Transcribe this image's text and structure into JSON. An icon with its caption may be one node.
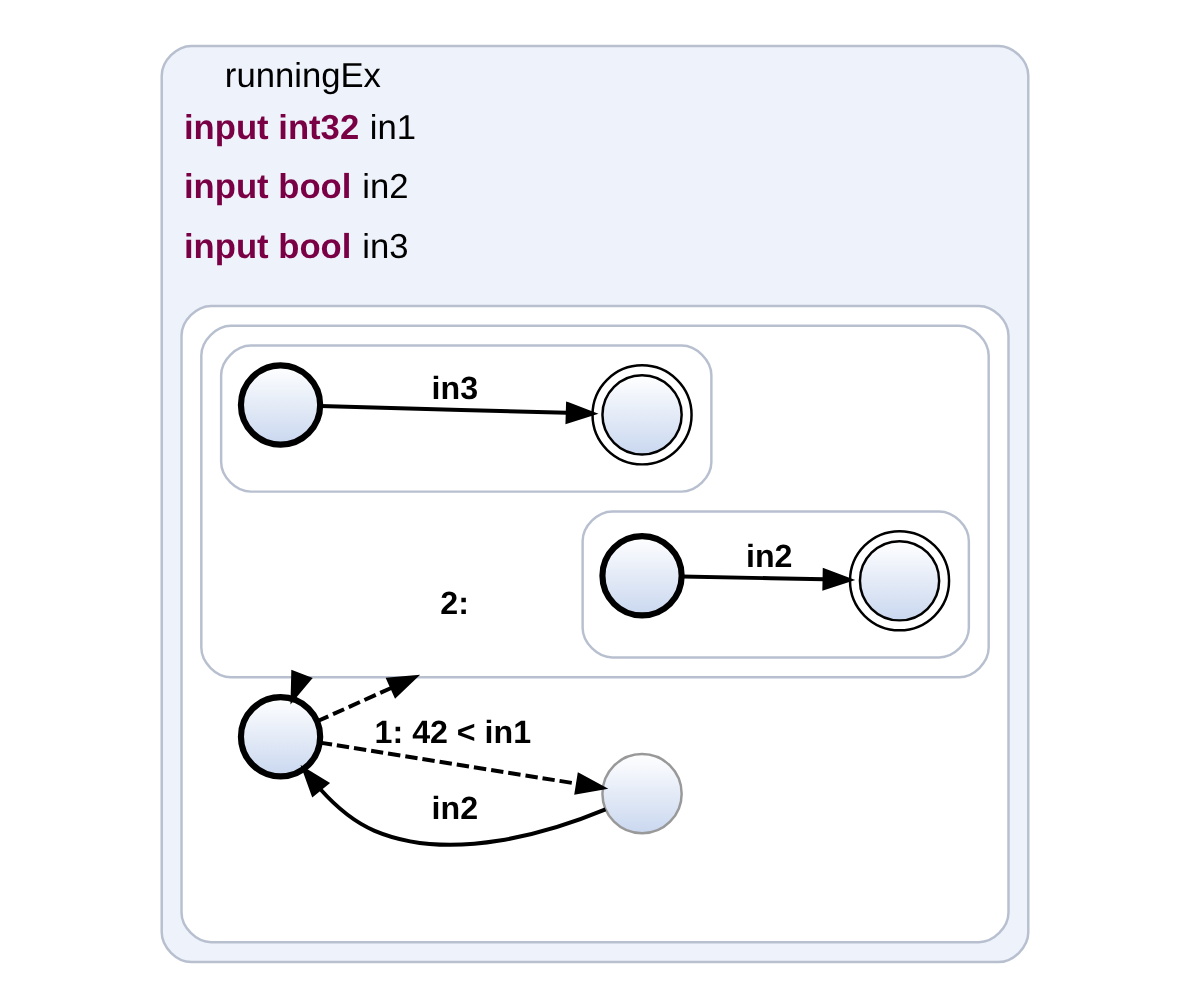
{
  "diagram": {
    "nodes": [
      {
        "text": [
          "runningEx",
          "**input int32** in1",
          "**input bool** in2",
          "**input bool** in3"
        ]
      },
      {
        "text": [],
        "shape": "box",
        "in": 0
      },
      {
        "text": [],
        "shape": "circle",
        "in": 1
      },
      {
        "text": [],
        "shape": "circle",
        "in": 1
      },
      {
        "text": [],
        "shape": "box",
        "in": 1
      },
      {
        "text": [],
        "shape": "box",
        "in": 4
      },
      {
        "text": [],
        "shape": "circle",
        "in": 5
      },
      {
        "text": [],
        "shape": "circle",
        "in": 5
      },
      {
        "text": [],
        "shape": "box",
        "in": 4
      },
      {
        "text": [],
        "shape": "circle",
        "in": 8
      },
      {
        "text": [],
        "shape": "circle",
        "in": 8
      }
    ],
    "edges": [
      {
        "from": 2,
        "to": 3,
        "arrow": "to",
        "label": "1: 42 < in1",
        "style": "dashed"
      },
      {
        "from": 3,
        "to": 2,
        "arrow": "to",
        "label": "in2"
      },
      {
        "from": 2,
        "to": 4,
        "arrow": "to",
        "label": "2:",
        "style": "dashed"
      },
      {
        "from": 4,
        "to": 2,
        "arrow": "to",
        "style": "dashed"
      },
      {
        "from": 6,
        "to": 7,
        "arrow": "to",
        "label": "in2"
      },
      {
        "from": 9,
        "to": 10,
        "arrow": "to",
        "label": "in3"
      }
    ]
  }
}
